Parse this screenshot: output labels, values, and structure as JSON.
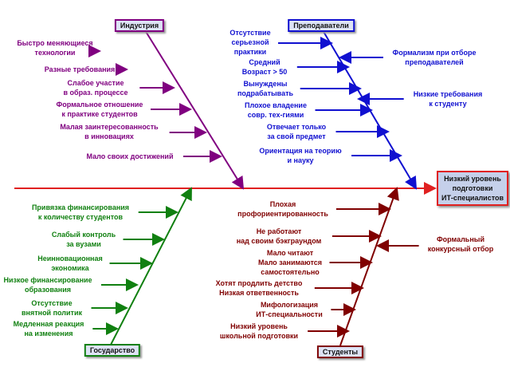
{
  "diagram": {
    "type": "fishbone",
    "effect": {
      "label": "Низкий уровень подготовки ИТ-специалистов",
      "lines": [
        "Низкий уровень",
        "подготовки",
        "ИТ-специалистов"
      ]
    },
    "colors": {
      "spine": "#e02020",
      "industry": "#800080",
      "teachers": "#1010d0",
      "state": "#108010",
      "students": "#800000"
    },
    "categories": [
      {
        "id": "industry",
        "label": "Индустрия",
        "causes": [
          "Быстро меняющиеся\nтехнологии",
          "Разные требования",
          "Слабое участие\nв образ. процессе",
          "Формальное отношение\nк практике студентов",
          "Малая заинтересованность\nв инновациях",
          "Мало своих достижений"
        ]
      },
      {
        "id": "teachers",
        "label": "Преподаватели",
        "causes": [
          "Отсутствие\nсерьезной\nпрактики",
          "Средний\nВозраст > 50",
          "Вынуждены\nподрабатывать",
          "Плохое владение\nсовр. тех-гиями",
          "Отвечает только\nза свой предмет",
          "Ориентация на теорию\nи науку"
        ],
        "right_causes": [
          "Формализм при отборе\nпреподавателей",
          "Низкие требования\nк студенту"
        ]
      },
      {
        "id": "state",
        "label": "Государство",
        "causes": [
          "Привязка финансирования\nк количеству студентов",
          "Слабый контроль\nза вузами",
          "Неинновационная\nэкономика",
          "Низкое финансирование\nобразования",
          "Отсутствие\nвнятной политик",
          "Медленная реакция\nна изменения"
        ]
      },
      {
        "id": "students",
        "label": "Студенты",
        "causes": [
          "Плохая\nпрофориентированность",
          "Не работают\nнад своим бэкграундом",
          "Мало читают\nМало занимаются\nсамостоятельно",
          "Хотят продлить детство\nНизкая ответвенность",
          "Мифологизация\nИТ-специальности",
          "Низкий уровень\nшкольной подготовки"
        ],
        "right_causes": [
          "Формальный\nконкурсный отбор"
        ]
      }
    ]
  }
}
